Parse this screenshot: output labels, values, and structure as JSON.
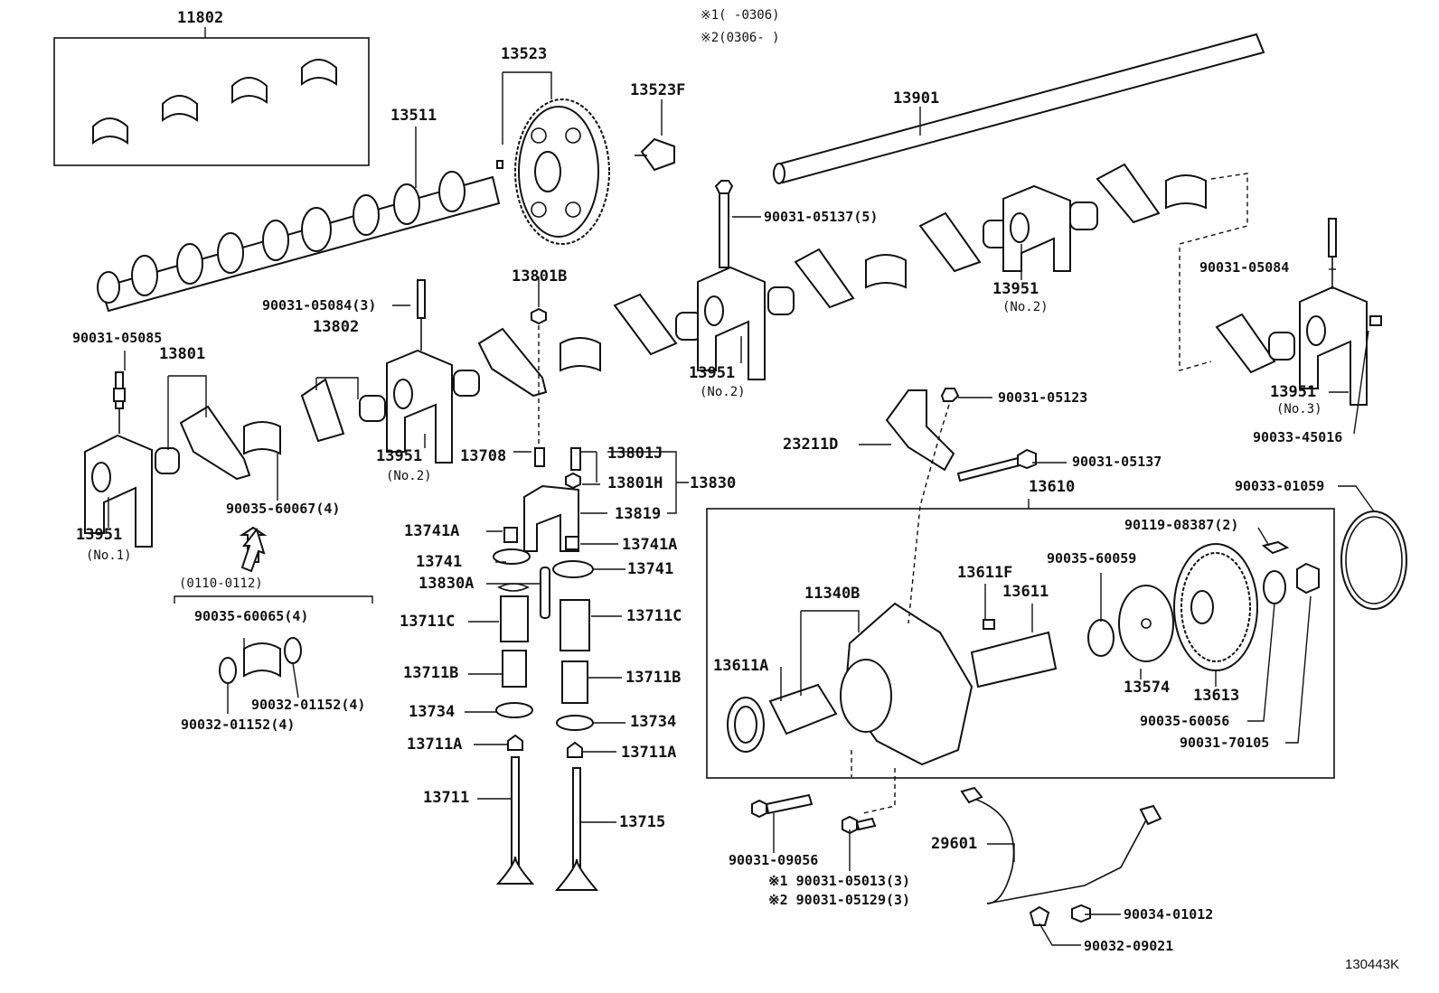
{
  "header_notes": {
    "note1": "※1(      -0306)",
    "note2": "※2(0306-      )"
  },
  "footer_code": "130443K",
  "labels": {
    "p11802": "11802",
    "p13523": "13523",
    "p13523F": "13523F",
    "p13511": "13511",
    "p13901": "13901",
    "p90031_05137_5": "90031-05137(5)",
    "p13801B": "13801B",
    "p90031_05084_3": "90031-05084(3)",
    "p90031_05085": "90031-05085",
    "p13801": "13801",
    "p13802": "13802",
    "p13951_no2_a": "13951",
    "p13951_no2_b": "13951",
    "p13951_no2_c": "13951",
    "p13951_no1": "13951",
    "p13951_no3": "13951",
    "p90031_05084": "90031-05084",
    "p90033_45016": "90033-45016",
    "p90031_05123": "90031-05123",
    "p23211D": "23211D",
    "p90031_05137": "90031-05137",
    "p13708": "13708",
    "p13801J": "13801J",
    "p13801H": "13801H",
    "p13830": "13830",
    "p13819": "13819",
    "p13741A_l": "13741A",
    "p13741A_r": "13741A",
    "p13741_l": "13741",
    "p13741_r": "13741",
    "p13830A": "13830A",
    "p13711C_l": "13711C",
    "p13711C_r": "13711C",
    "p13711B_l": "13711B",
    "p13711B_r": "13711B",
    "p13734_l": "13734",
    "p13734_r": "13734",
    "p13711A_l": "13711A",
    "p13711A_r": "13711A",
    "p13711": "13711",
    "p13715": "13715",
    "p90035_60067_4": "90035-60067(4)",
    "p0110_0112": "(0110-0112)",
    "p90035_60065_4": "90035-60065(4)",
    "p90032_01152_4_r": "90032-01152(4)",
    "p90032_01152_4_l": "90032-01152(4)",
    "p13610": "13610",
    "p90033_01059": "90033-01059",
    "p90119_08387_2": "90119-08387(2)",
    "p90035_60059": "90035-60059",
    "p13611F": "13611F",
    "p11340B": "11340B",
    "p13611": "13611",
    "p13611A": "13611A",
    "p13574": "13574",
    "p13613": "13613",
    "p90035_60056": "90035-60056",
    "p90031_70105": "90031-70105",
    "p29601": "29601",
    "p90031_09056": "90031-09056",
    "p90031_05013_3": "※1 90031-05013(3)",
    "p90031_05129_3": "※2 90031-05129(3)",
    "p90034_01012": "90034-01012",
    "p90032_09021": "90032-09021"
  },
  "notes": {
    "no1": "(No.1)",
    "no2_a": "(No.2)",
    "no2_b": "(No.2)",
    "no2_c": "(No.2)",
    "no3": "(No.3)"
  }
}
